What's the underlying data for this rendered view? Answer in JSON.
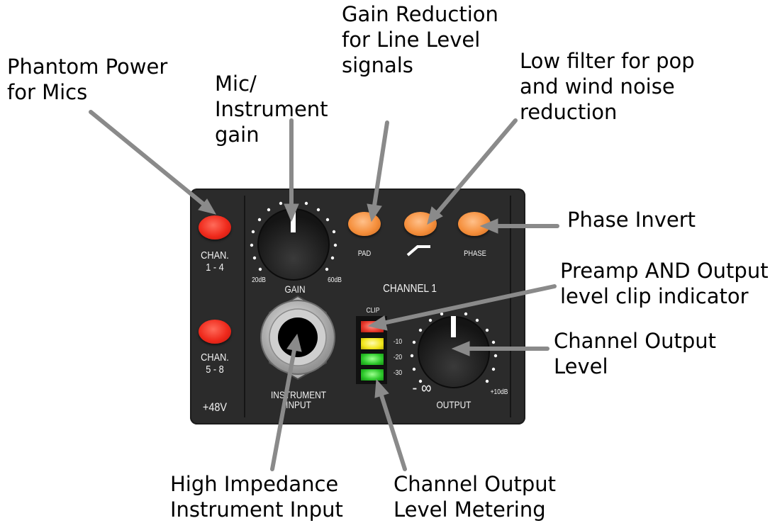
{
  "annotations": {
    "phantom_power": [
      "Phantom Power",
      "for Mics"
    ],
    "mic_gain": [
      "Mic/",
      "Instrument",
      "gain"
    ],
    "gain_reduction": [
      "Gain Reduction",
      "for Line Level",
      "signals"
    ],
    "low_filter": [
      "Low filter for pop",
      "and wind noise",
      "reduction"
    ],
    "phase_invert": [
      "Phase Invert"
    ],
    "clip_indicator": [
      "Preamp AND Output",
      "level clip indicator"
    ],
    "channel_output_level": [
      "Channel Output",
      "Level"
    ],
    "high_impedance": [
      "High Impedance",
      "Instrument Input"
    ],
    "output_metering": [
      "Channel Output",
      "Level Metering"
    ]
  },
  "panel": {
    "chan_1_4": [
      "CHAN.",
      "1 - 4"
    ],
    "chan_5_8": [
      "CHAN.",
      "5 - 8"
    ],
    "phantom_label": "+48V",
    "gain_min": "20dB",
    "gain_max": "60dB",
    "gain_label": "GAIN",
    "pad_label": "PAD",
    "phase_label": "PHASE",
    "channel_label": "CHANNEL 1",
    "clip_label": "CLIP",
    "meter_marks": [
      "-10",
      "-20",
      "-30"
    ],
    "input_label": [
      "INSTRUMENT",
      "INPUT"
    ],
    "output_min": "- ∞",
    "output_max": "+10dB",
    "output_label": "OUTPUT"
  },
  "colors": {
    "panel": "#2b2b2b",
    "arrow": "#8a8a8a",
    "phantom_button": "#ef2a1c",
    "switch_button": "#f58f3c",
    "led_clip": "#e8372a",
    "led_yellow": "#f1e61c",
    "led_green": "#2cc72a"
  }
}
